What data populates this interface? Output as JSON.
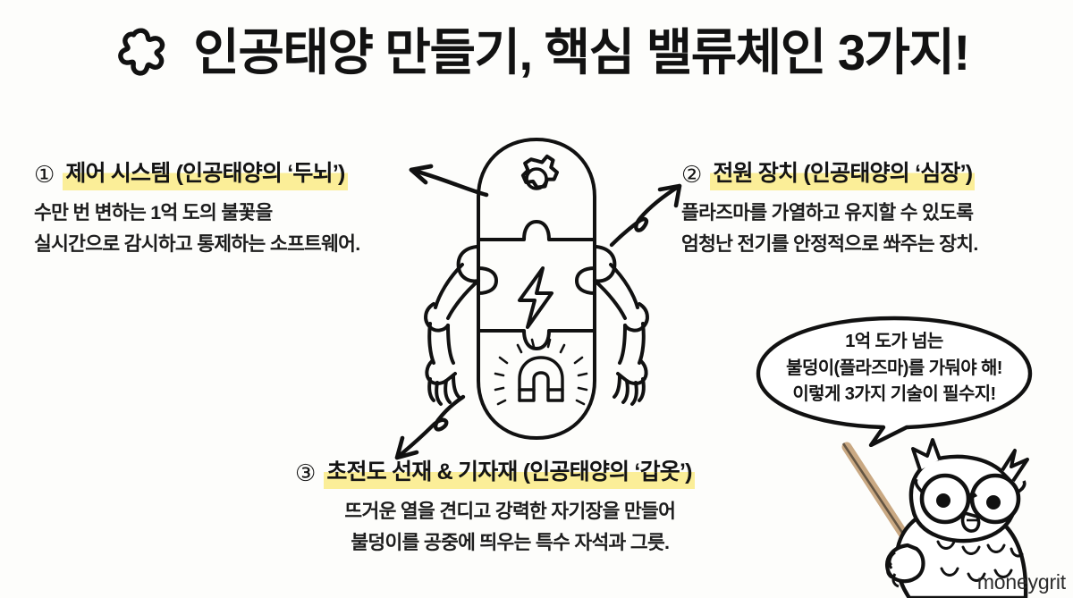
{
  "page": {
    "background_color": "#FDFDFB",
    "watermark": "moneygrit"
  },
  "header": {
    "icon": "puzzle-piece-icon",
    "title": "인공태양 만들기, 핵심 밸류체인 3가지!"
  },
  "theme": {
    "highlight_color": "#FBEE98",
    "ink_color": "#121212",
    "pointer_stick_color": "#C9A882"
  },
  "sections": [
    {
      "number": "①",
      "title": "제어 시스템 (인공태양의 ‘두뇌’)",
      "body_lines": [
        "수만 번 변하는 1억 도의 불꽃을",
        "실시간으로 감시하고 통제하는 소프트웨어."
      ],
      "arrow": "curved-arrow-left-icon"
    },
    {
      "number": "②",
      "title": "전원 장치 (인공태양의 ‘심장’)",
      "body_lines": [
        "플라즈마를 가열하고 유지할 수 있도록",
        "엄청난 전기를 안정적으로 쏴주는 장치."
      ],
      "arrow": "curved-arrow-up-right-icon"
    },
    {
      "number": "③",
      "title": "초전도 선재 & 기자재 (인공태양의 ‘갑옷’)",
      "body_lines": [
        "뜨거운 열을 견디고 강력한 자기장을 만들어",
        "불덩이를 공중에 띄우는 특수 자석과 그릇."
      ],
      "arrow": "curved-arrow-down-left-icon"
    }
  ],
  "robot": {
    "name": "puzzle-robot-figure",
    "parts": [
      {
        "segment": "head",
        "icon": "gear-icon"
      },
      {
        "segment": "torso",
        "icon": "lightning-bolt-icon"
      },
      {
        "segment": "legs",
        "icon": "magnet-icon"
      }
    ]
  },
  "speech_bubble": {
    "speaker": "owl-mascot",
    "lines": [
      "1억 도가 넘는",
      "불덩이(플라즈마)를 가둬야 해!",
      "이렇게 3가지 기술이 필수지!"
    ]
  },
  "owl": {
    "name": "owl-mascot-figure",
    "accessories": [
      "glasses-icon",
      "pointer-stick-icon"
    ]
  }
}
